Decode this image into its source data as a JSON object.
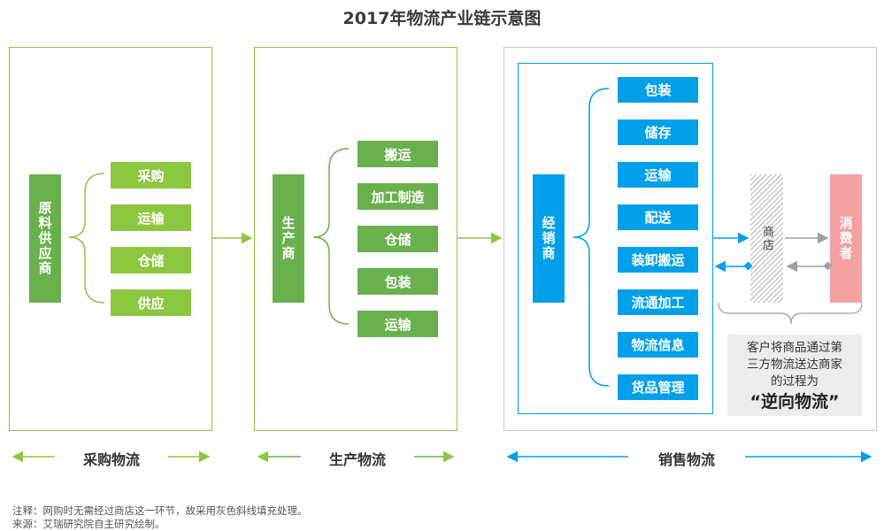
{
  "title": "2017年物流产业链示意图",
  "procurement": {
    "entity": "原料供应商",
    "items": [
      "采购",
      "运输",
      "仓储",
      "供应"
    ],
    "flow_label": "采购物流"
  },
  "production": {
    "entity": "生产商",
    "items": [
      "搬运",
      "加工制造",
      "仓储",
      "包装",
      "运输"
    ],
    "flow_label": "生产物流"
  },
  "sales": {
    "entity": "经销商",
    "items": [
      "包装",
      "储存",
      "运输",
      "配送",
      "装卸搬运",
      "流通加工",
      "物流信息",
      "货品管理"
    ],
    "store": "商店",
    "consumer": "消费者",
    "note_lines": [
      "客户将商品通过第",
      "三方物流送达商家",
      "的过程为"
    ],
    "note_emphasis": "“逆向物流”",
    "flow_label": "销售物流"
  },
  "footer": {
    "note": "注释：网购时无需经过商店这一环节，故采用灰色斜线填充处理。",
    "source": "来源：艾瑞研究院自主研究绘制。"
  },
  "colors": {
    "green_light": "#8dc63f",
    "green_dark": "#6ab04c",
    "blue": "#00a0e9",
    "pink": "#f4a1a1",
    "gray_arrow": "#a0a0a0"
  }
}
